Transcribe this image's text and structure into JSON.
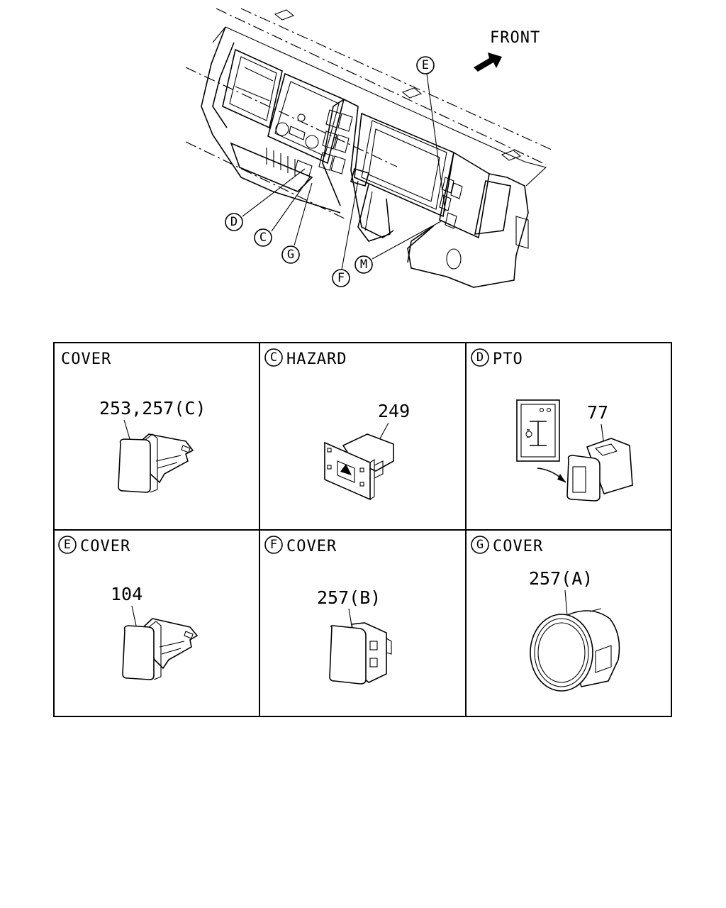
{
  "overview": {
    "front_label": "FRONT",
    "callouts": [
      "E",
      "D",
      "C",
      "G",
      "F",
      "M"
    ]
  },
  "panels": [
    {
      "id": "cover",
      "badge": "",
      "title": "COVER",
      "part_no": "253,257(C)"
    },
    {
      "id": "hazard",
      "badge": "C",
      "title": "HAZARD",
      "part_no": "249"
    },
    {
      "id": "pto",
      "badge": "D",
      "title": "PTO",
      "part_no": "77"
    },
    {
      "id": "cover-e",
      "badge": "E",
      "title": "COVER",
      "part_no": "104"
    },
    {
      "id": "cover-f",
      "badge": "F",
      "title": "COVER",
      "part_no": "257(B)"
    },
    {
      "id": "cover-g",
      "badge": "G",
      "title": "COVER",
      "part_no": "257(A)"
    }
  ]
}
